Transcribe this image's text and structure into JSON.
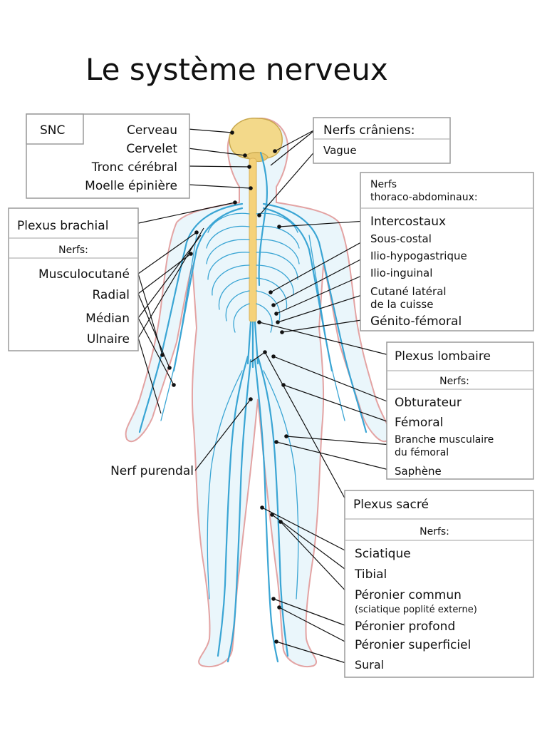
{
  "title": "Le système nerveux",
  "snc": {
    "header": "SNC",
    "items": [
      "Cerveau",
      "Cervelet",
      "Tronc cérébral",
      "Moelle épinière"
    ]
  },
  "cranial": {
    "header": "Nerfs crâniens:",
    "items": [
      "Vague"
    ]
  },
  "brachial": {
    "header": "Plexus brachial",
    "subheader": "Nerfs:",
    "items": [
      "Musculocutané",
      "Radial",
      "Médian",
      "Ulnaire"
    ]
  },
  "thoraco": {
    "header_line1": "Nerfs",
    "header_line2": "thoraco-abdominaux:",
    "items": [
      "Intercostaux",
      "Sous-costal",
      "Ilio-hypogastrique",
      "Ilio-inguinal",
      "Cutané latéral",
      "de la cuisse",
      "Génito-fémoral"
    ]
  },
  "lombaire": {
    "header": "Plexus lombaire",
    "subheader": "Nerfs:",
    "items": [
      "Obturateur",
      "Fémoral",
      "Branche musculaire",
      "du fémoral",
      "Saphène"
    ]
  },
  "purendal": "Nerf purendal",
  "sacre": {
    "header": "Plexus sacré",
    "subheader": "Nerfs:",
    "items": [
      "Sciatique",
      "Tibial",
      "Péronier commun",
      "(sciatique poplité externe)",
      "Péronier profond",
      "Péronier superficiel",
      "Sural"
    ]
  },
  "colors": {
    "nerve": "#3aa5d4",
    "body_outline": "#e3a3a3",
    "body_fill": "#eaf6fb",
    "spinal_cord": "#f5d27a",
    "brain": "#f3d98a"
  }
}
